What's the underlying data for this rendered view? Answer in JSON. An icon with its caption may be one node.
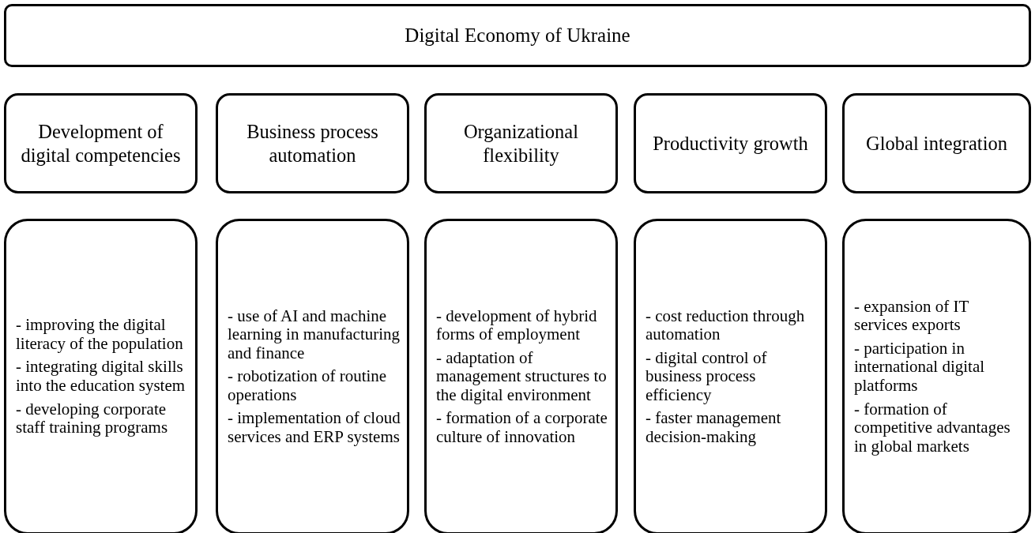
{
  "diagram": {
    "nodes": [
      {
        "text": [
          "Digital Economy of Ukraine"
        ]
      },
      {
        "text": [
          "Development of digital competencies"
        ]
      },
      {
        "text": [
          "Business process automation"
        ]
      },
      {
        "text": [
          "Organizational flexibility"
        ]
      },
      {
        "text": [
          "Productivity growth"
        ]
      },
      {
        "text": [
          "Global integration"
        ]
      },
      {
        "text": [
          "- improving the digital literacy of the population",
          "- integrating digital skills into the education system",
          "- developing corporate staff training programs"
        ]
      },
      {
        "text": [
          "- use of AI and machine learning in manufacturing and finance",
          "- robotization of routine operations",
          "- implementation of cloud services and ERP systems"
        ]
      },
      {
        "text": [
          "- development of hybrid forms of employment",
          "- adaptation of management structures to the digital environment",
          "- formation of a corporate culture of innovation"
        ]
      },
      {
        "text": [
          "- cost reduction through automation",
          "- digital control of business process efficiency",
          "- faster management decision-making"
        ]
      },
      {
        "text": [
          "- expansion of IT services exports",
          "- participation in international digital platforms",
          "- formation of competitive advantages in global markets"
        ]
      }
    ]
  }
}
